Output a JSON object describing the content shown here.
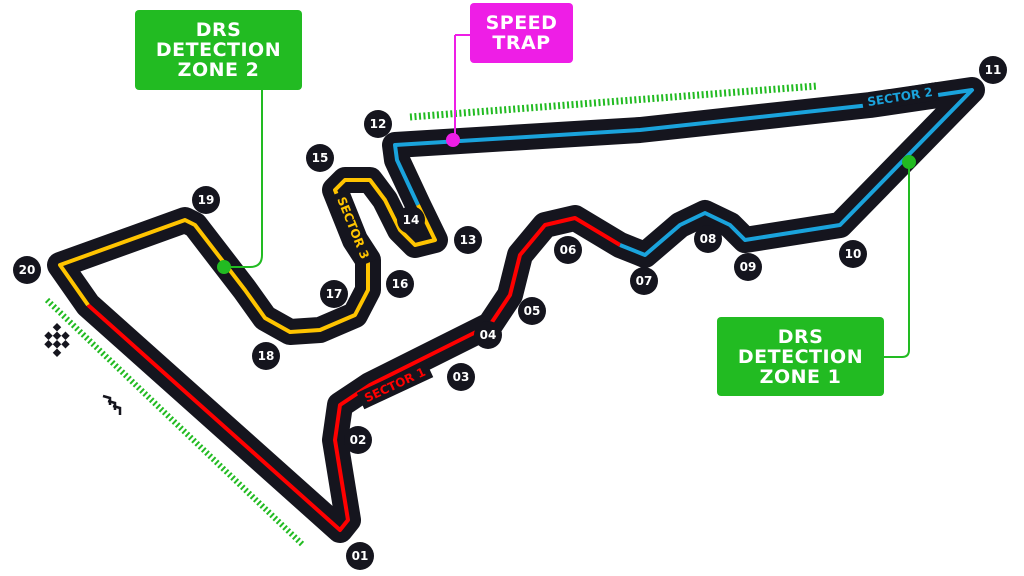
{
  "callouts": {
    "drs_zone_2": [
      "DRS",
      "DETECTION",
      "ZONE 2"
    ],
    "speed_trap": [
      "SPEED",
      "TRAP"
    ],
    "drs_zone_1": [
      "DRS",
      "DETECTION",
      "ZONE 1"
    ]
  },
  "sectors": {
    "s1": "SECTOR 1",
    "s2": "SECTOR 2",
    "s3": "SECTOR 3"
  },
  "turns": [
    "01",
    "02",
    "03",
    "04",
    "05",
    "06",
    "07",
    "08",
    "09",
    "10",
    "11",
    "12",
    "13",
    "14",
    "15",
    "16",
    "17",
    "18",
    "19",
    "20"
  ],
  "colors": {
    "track": "#15151e",
    "sector1": "#ff0000",
    "sector2": "#1aa3dc",
    "sector3": "#ffc400",
    "drs": "#22bb22",
    "speed_trap": "#ee1ee6"
  },
  "icons": [
    "chequered-flag-icon",
    "direction-chevrons-icon"
  ]
}
